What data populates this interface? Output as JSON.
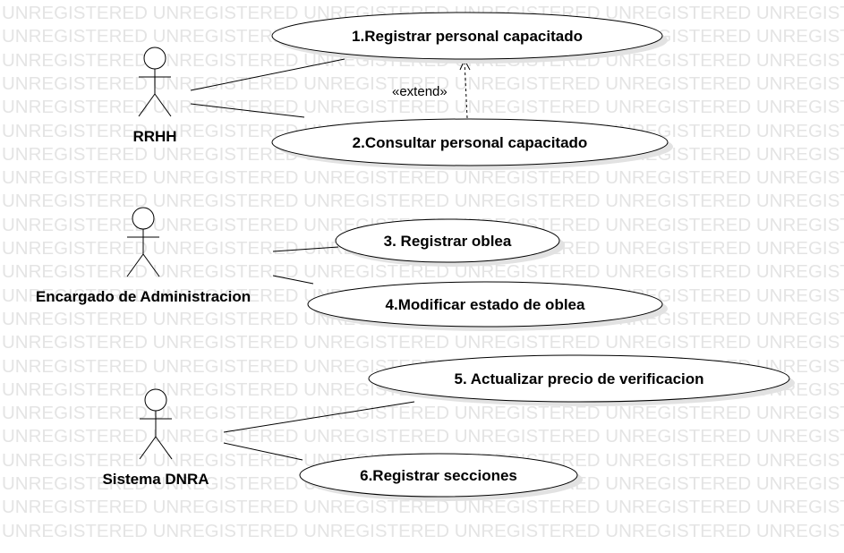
{
  "watermark": {
    "text": "UNREGISTERED",
    "color": "#e4e4e4"
  },
  "actors": [
    {
      "id": "rrhh",
      "name": "RRHH"
    },
    {
      "id": "admin",
      "name": "Encargado de Administracion"
    },
    {
      "id": "dnra",
      "name": "Sistema DNRA"
    }
  ],
  "use_cases": [
    {
      "id": "uc1",
      "label": "1.Registrar personal capacitado"
    },
    {
      "id": "uc2",
      "label": "2.Consultar personal capacitado"
    },
    {
      "id": "uc3",
      "label": "3. Registrar oblea"
    },
    {
      "id": "uc4",
      "label": "4.Modificar estado de oblea"
    },
    {
      "id": "uc5",
      "label": "5. Actualizar precio de verificacion"
    },
    {
      "id": "uc6",
      "label": "6.Registrar secciones"
    }
  ],
  "relations": [
    {
      "from": "rrhh",
      "to": "uc1",
      "type": "association"
    },
    {
      "from": "rrhh",
      "to": "uc2",
      "type": "association"
    },
    {
      "from": "admin",
      "to": "uc3",
      "type": "association"
    },
    {
      "from": "admin",
      "to": "uc4",
      "type": "association"
    },
    {
      "from": "dnra",
      "to": "uc5",
      "type": "association"
    },
    {
      "from": "dnra",
      "to": "uc6",
      "type": "association"
    },
    {
      "from": "uc2",
      "to": "uc1",
      "type": "extend",
      "label": "«extend»"
    }
  ],
  "colors": {
    "stroke": "#000000",
    "shadow": "#e2e2e2",
    "fill": "#ffffff"
  }
}
